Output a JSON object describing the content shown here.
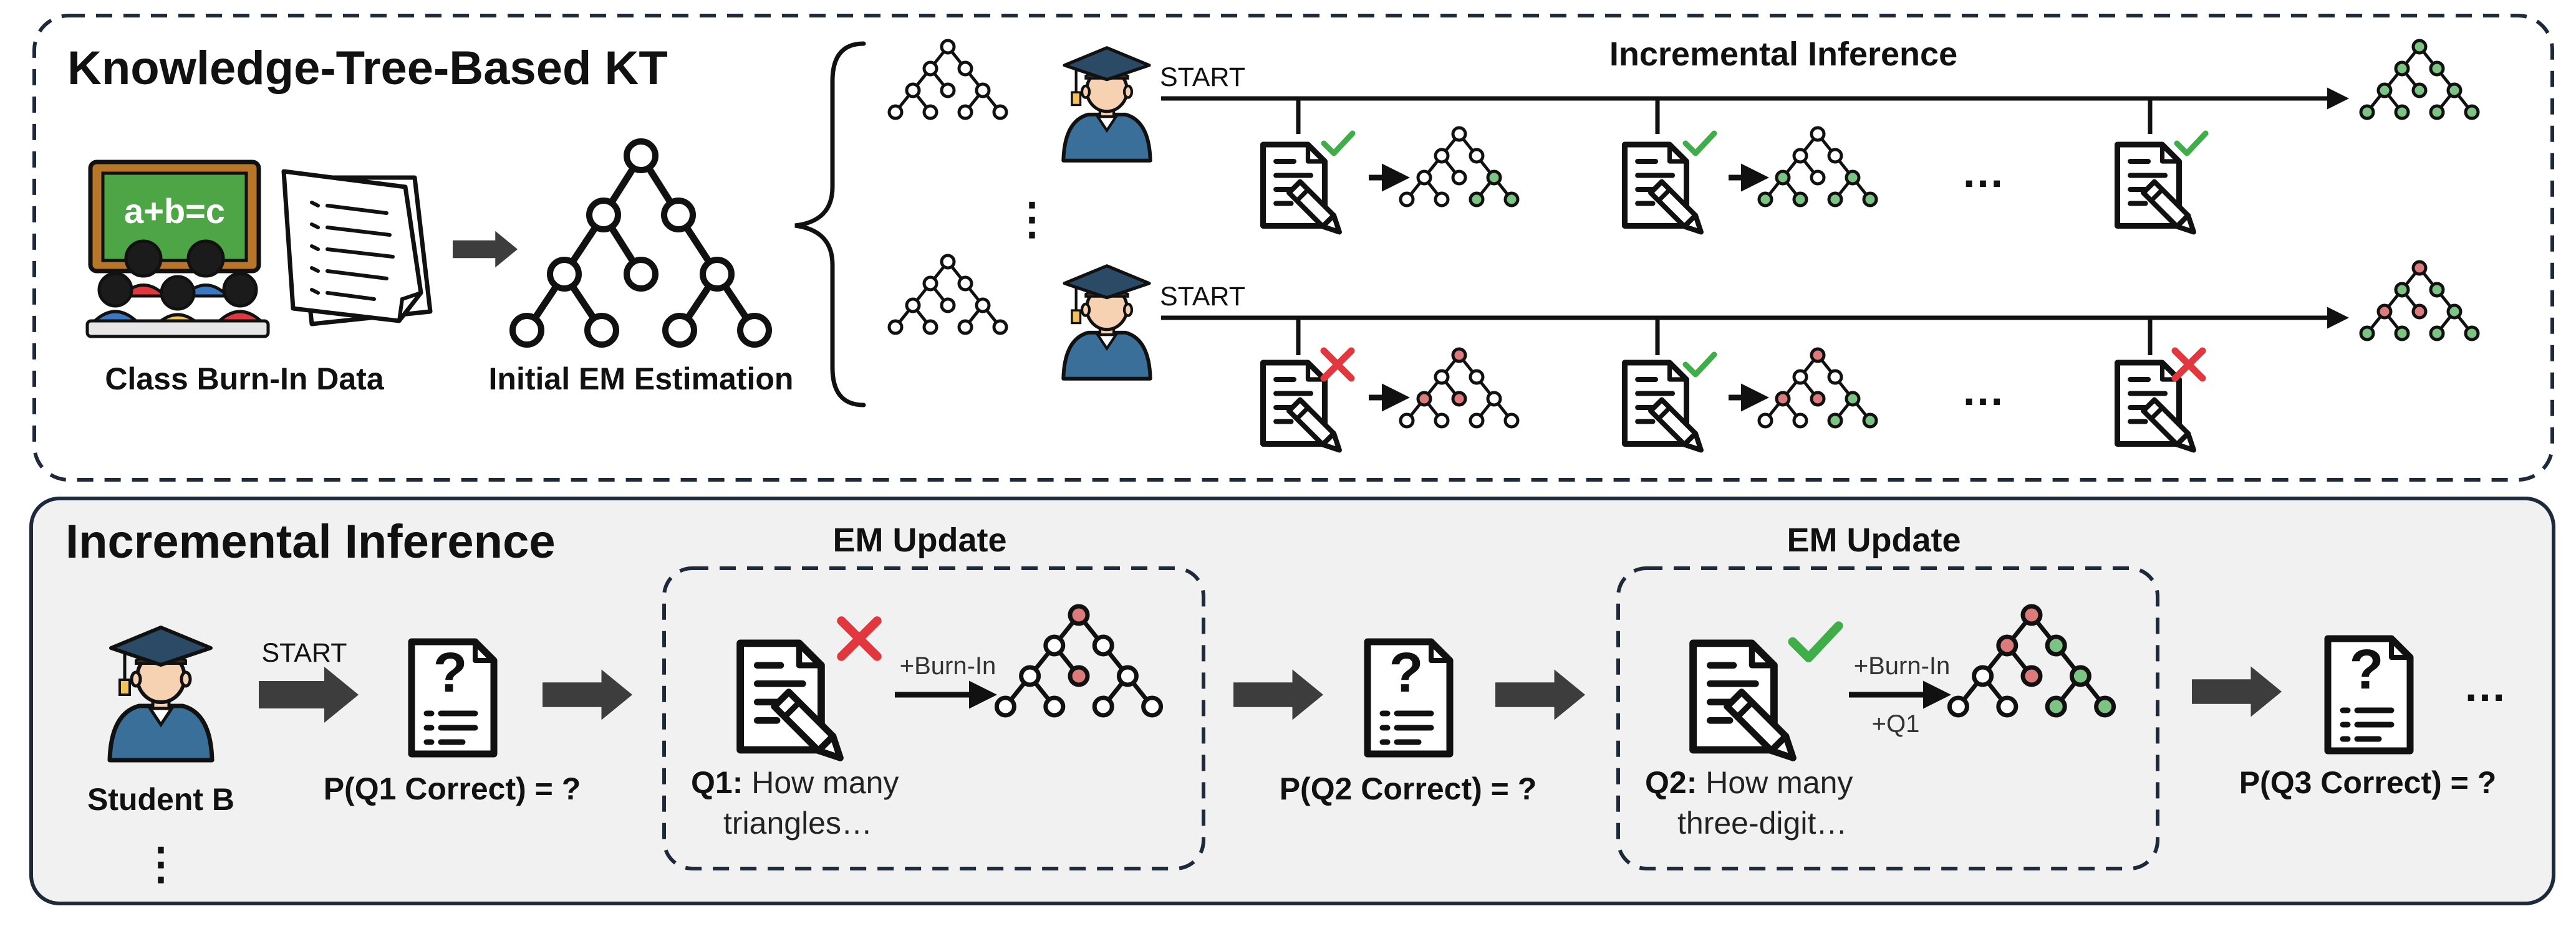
{
  "top_panel": {
    "title": "Knowledge-Tree-Based KT",
    "class_caption": "Class Burn-In Data",
    "em_caption": "Initial EM Estimation",
    "blackboard_text": "a+b=c",
    "row1": {
      "start_label": "START",
      "header": "Incremental Inference",
      "ellipsis": "…"
    },
    "row2": {
      "start_label": "START",
      "ellipsis": "…"
    },
    "vertical_ellipsis": "⋮"
  },
  "bottom_panel": {
    "title": "Incremental Inference",
    "student_label": "Student B",
    "student_ellipsis": "⋮",
    "start_label": "START",
    "p_q1": "P(Q1 Correct) = ?",
    "p_q2": "P(Q2 Correct) = ?",
    "p_q3": "P(Q3 Correct) = ?",
    "trailing_ellipsis": "…",
    "em_update_1": {
      "title": "EM Update",
      "arrow_label": "+Burn-In",
      "q_label": "Q1:",
      "q_text_line1": " How many",
      "q_text_line2": "triangles…"
    },
    "em_update_2": {
      "title": "EM Update",
      "arrow_label_1": "+Burn-In",
      "arrow_label_2": "+Q1",
      "q_label": "Q2:",
      "q_text_line1": " How many",
      "q_text_line2": "three-digit…"
    }
  },
  "colors": {
    "green_node": "#7dc383",
    "red_node": "#dc7b7b",
    "check_green": "#3fae49",
    "cross_red": "#e0383e",
    "student_blue": "#3a6f9a",
    "cap_navy": "#2b4a66",
    "panel_grey": "#f1f1f1",
    "board_green": "#4ea545",
    "board_frame": "#b7762a"
  },
  "icons": [
    "knowledge-tree-icon",
    "student-icon",
    "test-paper-icon",
    "question-document-icon",
    "checkmark-icon",
    "cross-icon",
    "classroom-icon",
    "worksheet-icon",
    "arrow-icon"
  ]
}
